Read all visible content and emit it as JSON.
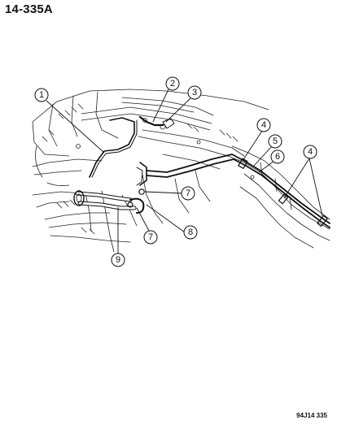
{
  "page_code": "14-335A",
  "figure_code": "94J14 335",
  "callouts": [
    {
      "id": "callout-1",
      "label": "1"
    },
    {
      "id": "callout-2",
      "label": "2"
    },
    {
      "id": "callout-3",
      "label": "3"
    },
    {
      "id": "callout-4a",
      "label": "4"
    },
    {
      "id": "callout-5",
      "label": "5"
    },
    {
      "id": "callout-6",
      "label": "6"
    },
    {
      "id": "callout-4b",
      "label": "4"
    },
    {
      "id": "callout-7a",
      "label": "7"
    },
    {
      "id": "callout-7b",
      "label": "7"
    },
    {
      "id": "callout-8",
      "label": "8"
    },
    {
      "id": "callout-9",
      "label": "9"
    }
  ]
}
